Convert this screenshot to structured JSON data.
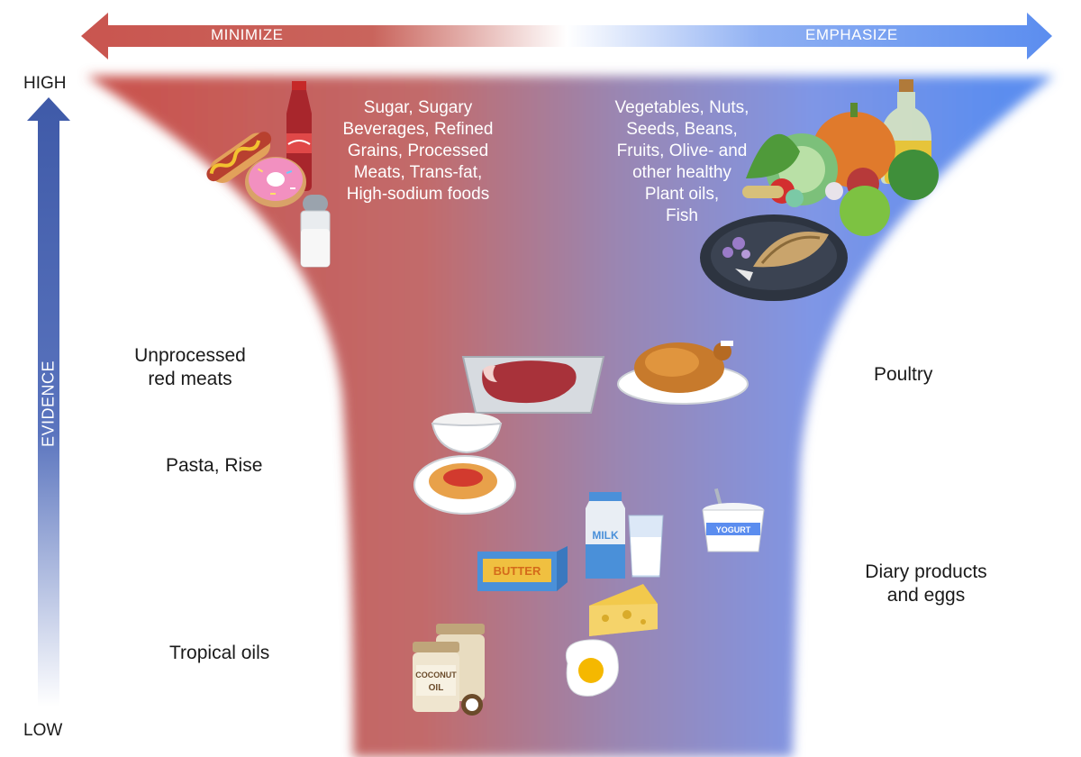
{
  "top_arrow": {
    "left_label": "MINIMIZE",
    "right_label": "EMPHASIZE"
  },
  "evidence_axis": {
    "high_label": "HIGH",
    "low_label": "LOW",
    "axis_label": "EVIDENCE"
  },
  "colors": {
    "minimize": "#c45a52",
    "emphasize": "#5b8def",
    "axis": "#3f5aa8"
  },
  "minimize_text": [
    "Sugar, Sugary",
    "Beverages, Refined",
    "Grains, Processed",
    "Meats, Trans-fat,",
    "High-sodium foods"
  ],
  "emphasize_text": [
    "Vegetables, Nuts,",
    "Seeds, Beans,",
    "Fruits, Olive- and",
    "other healthy",
    "Plant oils,",
    "Fish"
  ],
  "side_labels": {
    "red_meats": [
      "Unprocessed",
      "red meats"
    ],
    "pasta": "Pasta, Rise",
    "tropical": "Tropical oils",
    "poultry": "Poultry",
    "dairy": [
      "Diary products",
      "and eggs"
    ]
  },
  "food_labels": {
    "butter": "BUTTER",
    "milk": "MILK",
    "yogurt": "YOGURT",
    "coconut_line1": "COCONUT",
    "coconut_line2": "OIL"
  },
  "icons": [
    "hotdog-icon",
    "soda-bottle-icon",
    "donut-icon",
    "salt-shaker-icon",
    "vegetables-icon",
    "olive-oil-icon",
    "fish-plate-icon",
    "steak-tray-icon",
    "roast-chicken-icon",
    "rice-bowl-icon",
    "spaghetti-plate-icon",
    "milk-carton-icon",
    "milk-glass-icon",
    "yogurt-cup-icon",
    "butter-icon",
    "cheese-icon",
    "fried-egg-icon",
    "coconut-oil-jar-icon"
  ]
}
